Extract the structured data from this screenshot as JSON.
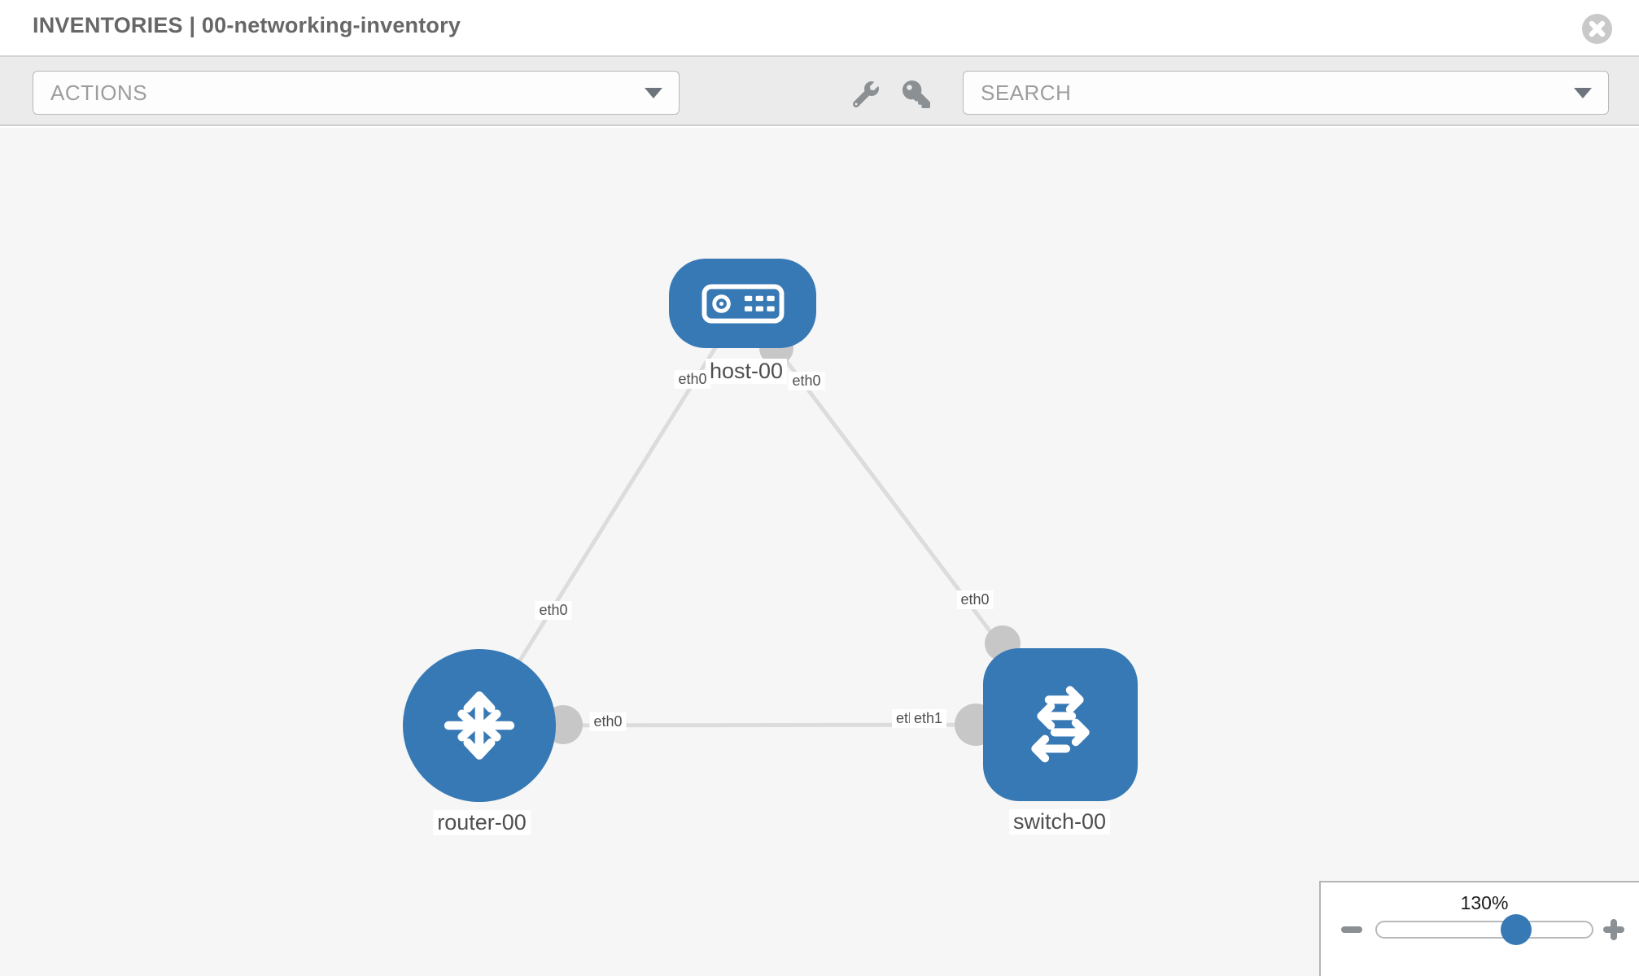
{
  "header": {
    "title": "INVENTORIES | 00-networking-inventory"
  },
  "toolbar": {
    "actions": {
      "placeholder": "ACTIONS"
    },
    "search": {
      "placeholder": "SEARCH"
    },
    "icons": {
      "wrench": "wrench-icon",
      "key": "key-icon",
      "chevron": "chevron-down-icon"
    }
  },
  "topology": {
    "nodes": {
      "host": {
        "label": "host-00",
        "type": "host"
      },
      "router": {
        "label": "router-00",
        "type": "router"
      },
      "switch": {
        "label": "switch-00",
        "type": "switch"
      }
    },
    "interfaces": {
      "hr_host": "eth0",
      "hr_router": "eth0",
      "hs_host": "eth0",
      "hs_switch": "eth0",
      "rs_router": "eth0",
      "rs_switch_back": "eth0",
      "rs_switch_front": "eth1"
    },
    "links": [
      {
        "from": "host-00",
        "to": "router-00",
        "from_interface": "eth0",
        "to_interface": "eth0"
      },
      {
        "from": "host-00",
        "to": "switch-00",
        "from_interface": "eth0",
        "to_interface": "eth0"
      },
      {
        "from": "router-00",
        "to": "switch-00",
        "from_interface": "eth0",
        "to_interface": "eth1"
      }
    ]
  },
  "zoom_control": {
    "level": "130%",
    "minus_icon": "minus-icon",
    "plus_icon": "plus-icon"
  },
  "window": {
    "close_icon": "close-icon"
  },
  "colors": {
    "node_blue": "#3779b5",
    "link_gray": "#dcdcdc",
    "connector_gray": "#c7c7c7",
    "toolbar_bg": "#ebebeb",
    "canvas_bg": "#f6f6f6",
    "icon_gray": "#8b9095",
    "title_gray": "#676767",
    "label_text": "#4f4f4f"
  }
}
